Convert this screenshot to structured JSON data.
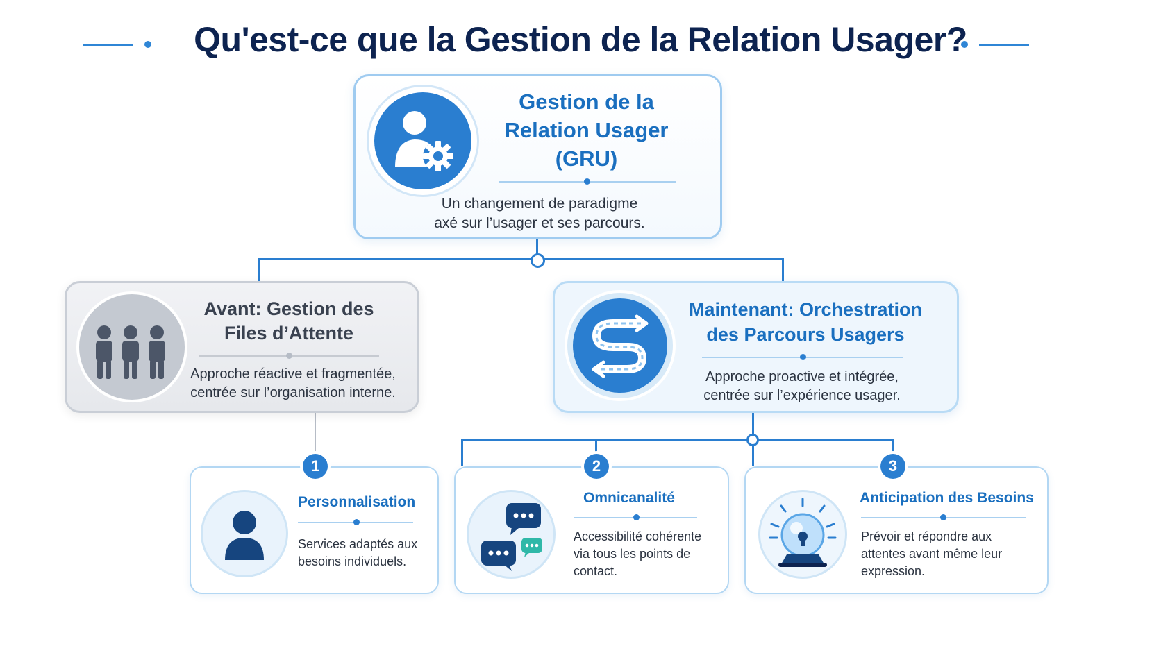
{
  "title": "Qu'est-ce que la Gestion de la Relation Usager?",
  "main": {
    "heading_lines": [
      "Gestion de la",
      "Relation Usager",
      "(GRU)"
    ],
    "description_lines": [
      "Un changement de paradigme",
      "axé sur l’usager et ses parcours."
    ],
    "icon": "user-gear-icon"
  },
  "before": {
    "heading_lines": [
      "Avant: Gestion des",
      "Files d’Attente"
    ],
    "description_lines": [
      "Approche réactive et fragmentée,",
      "centrée sur l’organisation interne."
    ],
    "icon": "queue-people-icon"
  },
  "now": {
    "heading_lines": [
      "Maintenant: Orchestration",
      "des Parcours Usagers"
    ],
    "description_lines": [
      "Approche proactive et intégrée,",
      "centrée sur l’expérience usager."
    ],
    "icon": "journey-path-icon"
  },
  "pillars": [
    {
      "number": "1",
      "title": "Personnalisation",
      "description_lines": [
        "Services adaptés aux",
        "besoins individuels."
      ],
      "icon": "person-icon"
    },
    {
      "number": "2",
      "title": "Omnicanalité",
      "description_lines": [
        "Accessibilité cohérente",
        "via tous les points de",
        "contact."
      ],
      "icon": "chat-bubbles-icon"
    },
    {
      "number": "3",
      "title": "Anticipation des Besoins",
      "description_lines": [
        "Prévoir et répondre aux",
        "attentes avant même leur",
        "expression."
      ],
      "icon": "crystal-ball-icon"
    }
  ],
  "colors": {
    "title": "#0d2350",
    "accent_blue": "#2a7ed0",
    "heading_blue": "#1a6fbf",
    "grey_card": "#e6e8ec"
  }
}
